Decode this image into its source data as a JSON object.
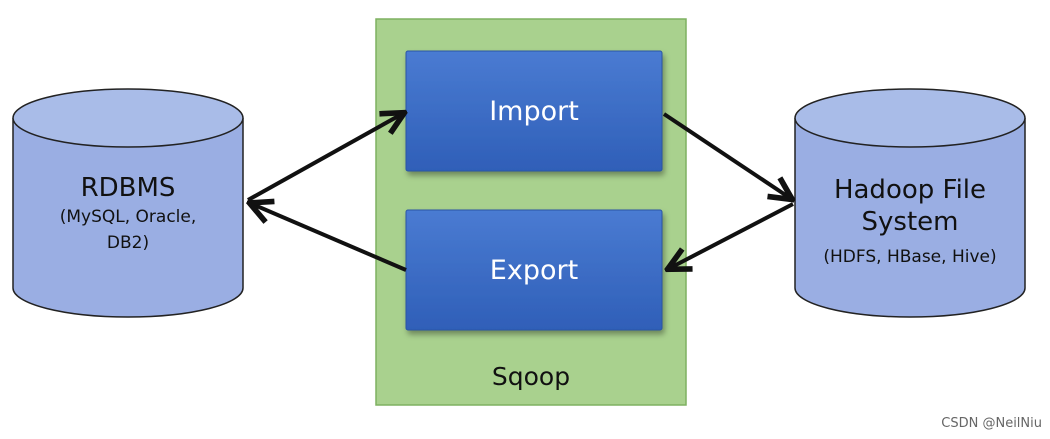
{
  "colors": {
    "cylinder_fill": "#9aaee3",
    "cylinder_stroke": "#222222",
    "sqoop_fill": "#a9d18e",
    "sqoop_stroke": "#7eb160",
    "box_fill": "#3f6fc7",
    "arrow": "#111111"
  },
  "rdbms": {
    "title": "RDBMS",
    "subtitle_line1": "(MySQL, Oracle,",
    "subtitle_line2": "DB2)"
  },
  "hadoop": {
    "title_line1": "Hadoop File",
    "title_line2": "System",
    "subtitle": "(HDFS, HBase, Hive)"
  },
  "sqoop": {
    "label": "Sqoop",
    "import_label": "Import",
    "export_label": "Export"
  },
  "watermark": "CSDN @NeilNiu"
}
